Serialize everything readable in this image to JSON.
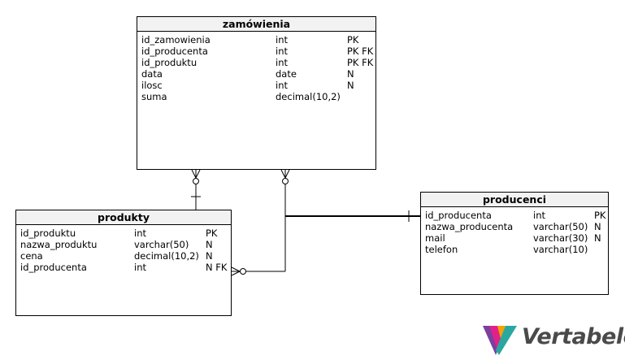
{
  "tables": {
    "zamowienia": {
      "name": "zamówienia",
      "columns": [
        {
          "name": "id_zamowienia",
          "type": "int",
          "keys": "PK"
        },
        {
          "name": "id_producenta",
          "type": "int",
          "keys": "PK FK"
        },
        {
          "name": "id_produktu",
          "type": "int",
          "keys": "PK FK"
        },
        {
          "name": "data",
          "type": "date",
          "keys": "N"
        },
        {
          "name": "ilosc",
          "type": "int",
          "keys": "N"
        },
        {
          "name": "suma",
          "type": "decimal(10,2)",
          "keys": ""
        }
      ]
    },
    "produkty": {
      "name": "produkty",
      "columns": [
        {
          "name": "id_produktu",
          "type": "int",
          "keys": "PK"
        },
        {
          "name": "nazwa_produktu",
          "type": "varchar(50)",
          "keys": "N"
        },
        {
          "name": "cena",
          "type": "decimal(10,2)",
          "keys": "N"
        },
        {
          "name": "id_producenta",
          "type": "int",
          "keys": "N FK"
        }
      ]
    },
    "producenci": {
      "name": "producenci",
      "columns": [
        {
          "name": "id_producenta",
          "type": "int",
          "keys": "PK"
        },
        {
          "name": "nazwa_producenta",
          "type": "varchar(50)",
          "keys": "N"
        },
        {
          "name": "mail",
          "type": "varchar(30)",
          "keys": "N"
        },
        {
          "name": "telefon",
          "type": "varchar(10)",
          "keys": ""
        }
      ]
    }
  },
  "relationships": [
    {
      "from": "zamowienia",
      "to": "produkty",
      "from_cardinality": "zero-or-many",
      "to_cardinality": "exactly-one"
    },
    {
      "from": "zamowienia",
      "to": "producenci",
      "from_cardinality": "zero-or-many",
      "to_cardinality": "exactly-one"
    },
    {
      "from": "produkty",
      "to": "producenci",
      "from_cardinality": "zero-or-many",
      "to_cardinality": "exactly-one"
    }
  ],
  "logo": {
    "text": "Vertabelo",
    "icon": "vertabelo-v-logo-icon",
    "colors": [
      "#7b3fa0",
      "#e0218a",
      "#2aa8a0",
      "#f4a300"
    ]
  },
  "line_color": "#000000"
}
